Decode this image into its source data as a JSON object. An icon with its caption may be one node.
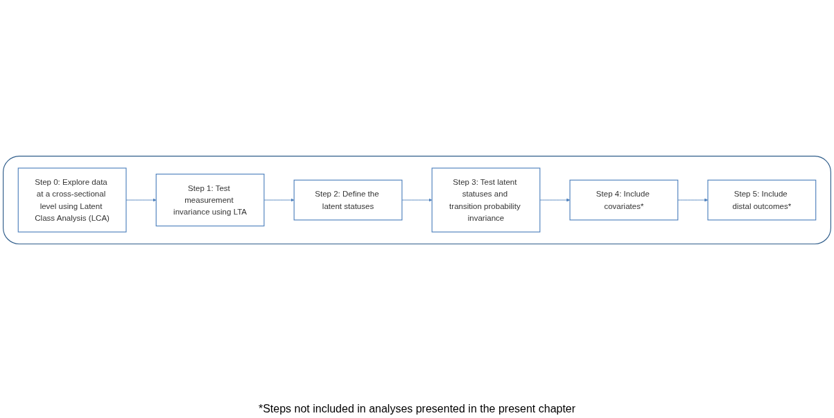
{
  "diagram": {
    "nodes": [
      {
        "text": [],
        "shape": "box"
      },
      {
        "text": [
          "Step 0: Explore data at a cross-sectional level using Latent Class Analysis (LCA)"
        ],
        "in": 0
      },
      {
        "text": [
          "Step 1: Test measurement invariance using LTA"
        ],
        "in": 0
      },
      {
        "text": [
          "Step 2: Define the latent statuses"
        ],
        "in": 0
      },
      {
        "text": [
          "Step 3: Test latent statuses and transition probability invariance"
        ],
        "in": 0
      },
      {
        "text": [
          "Step 4: Include covariates*"
        ],
        "in": 0
      },
      {
        "text": [
          "Step 5: Include distal outcomes*"
        ],
        "in": 0
      }
    ],
    "edges": [
      {
        "from": 1,
        "to": 2,
        "arrow": "to"
      },
      {
        "from": 2,
        "to": 3,
        "arrow": "to"
      },
      {
        "from": 3,
        "to": 4,
        "arrow": "to"
      },
      {
        "from": 4,
        "to": 5,
        "arrow": "to"
      },
      {
        "from": 5,
        "to": 6,
        "arrow": "to"
      }
    ],
    "labels": [
      "*Steps not included in analyses presented in the present chapter"
    ]
  }
}
